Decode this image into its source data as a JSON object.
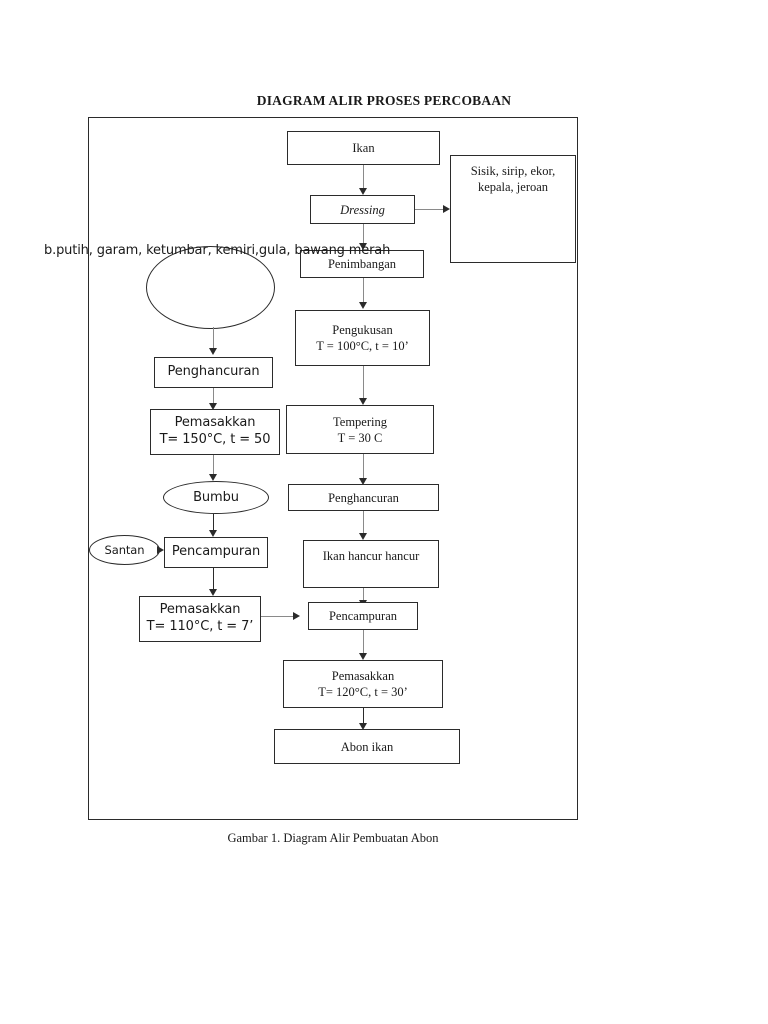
{
  "document": {
    "title": "DIAGRAM ALIR PROSES PERCOBAAN",
    "caption": "Gambar 1. Diagram Alir Pembuatan Abon"
  },
  "flowchart": {
    "nodes": {
      "ikan": {
        "label": "Ikan"
      },
      "dressing": {
        "label": "Dressing"
      },
      "waste": {
        "line1": "Sisik, sirip, ekor,",
        "line2": "kepala, jeroan"
      },
      "penimbangan": {
        "label": "Penimbangan"
      },
      "pengukusan": {
        "line1": "Pengukusan",
        "line2": "T = 100°C, t = 10’"
      },
      "tempering": {
        "line1": "Tempering",
        "line2": "T = 30 C"
      },
      "penghancuran_kanan": {
        "label": "Penghancuran"
      },
      "ikan_hancur": {
        "label": "Ikan hancur hancur"
      },
      "pencampuran_kanan": {
        "label": "Pencampuran"
      },
      "pemasakkan_akhir": {
        "line1": "Pemasakkan",
        "line2": "T= 120°C, t = 30’"
      },
      "abon_ikan": {
        "label": "Abon ikan"
      },
      "bumbu_text": "b.putih, garam, ketumbar, kemiri,gula, bawang merah",
      "bumbu_ellipse": {
        "label": ""
      },
      "penghancuran_kiri": {
        "label": "Penghancuran"
      },
      "pemasakkan_bumbu": {
        "line1": "Pemasakkan",
        "line2": "T= 150°C, t = 50"
      },
      "bumbu": {
        "label": "Bumbu"
      },
      "santan": {
        "label": "Santan"
      },
      "pencampuran_kiri": {
        "label": "Pencampuran"
      },
      "pemasakkan_santan": {
        "line1": "Pemasakkan",
        "line2": "T= 110°C, t = 7’"
      }
    },
    "colors": {
      "line": "#2b2b2b",
      "connector": "#8a8a8a",
      "background": "#ffffff"
    }
  }
}
